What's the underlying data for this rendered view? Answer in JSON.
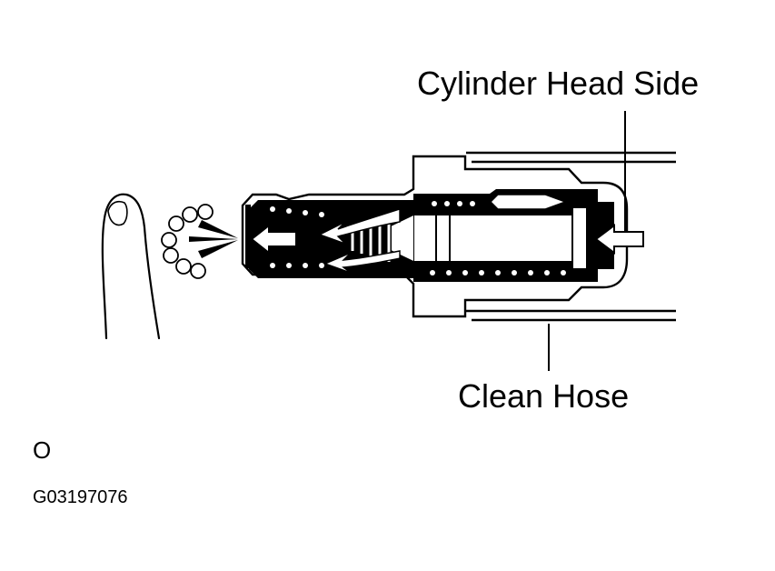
{
  "labels": {
    "cylinder_head_side": "Cylinder Head Side",
    "clean_hose": "Clean Hose",
    "symbol": "O",
    "figure_code": "G03197076"
  },
  "colors": {
    "ink": "#000000",
    "paper": "#ffffff"
  }
}
